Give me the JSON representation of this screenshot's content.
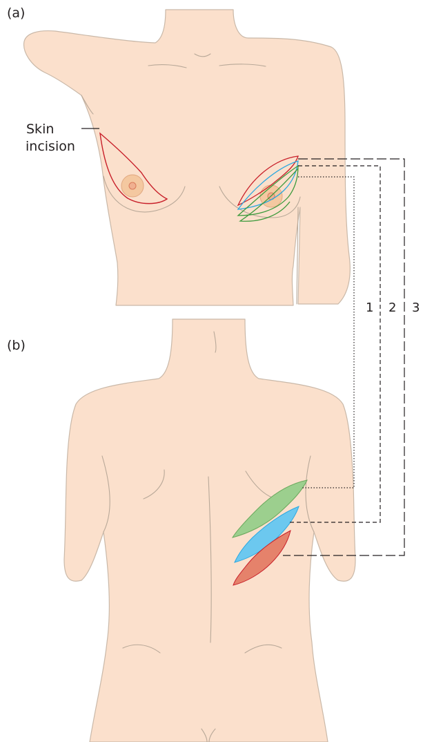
{
  "panels": {
    "a_label": "(a)",
    "b_label": "(b)"
  },
  "callouts": {
    "skin_incision_line1": "Skin",
    "skin_incision_line2": "incision"
  },
  "flap_options": [
    {
      "number": "1",
      "color": "#9ccf8e",
      "line_style": "dotted"
    },
    {
      "number": "2",
      "color": "#6cc8ef",
      "line_style": "short-dashed"
    },
    {
      "number": "3",
      "color": "#e5826b",
      "line_style": "long-dashed"
    }
  ],
  "colors": {
    "skin": "#fbe0cc",
    "incision_red": "#c8202a",
    "incision_blue": "#2aa7e0",
    "incision_green": "#3c9a3c"
  }
}
